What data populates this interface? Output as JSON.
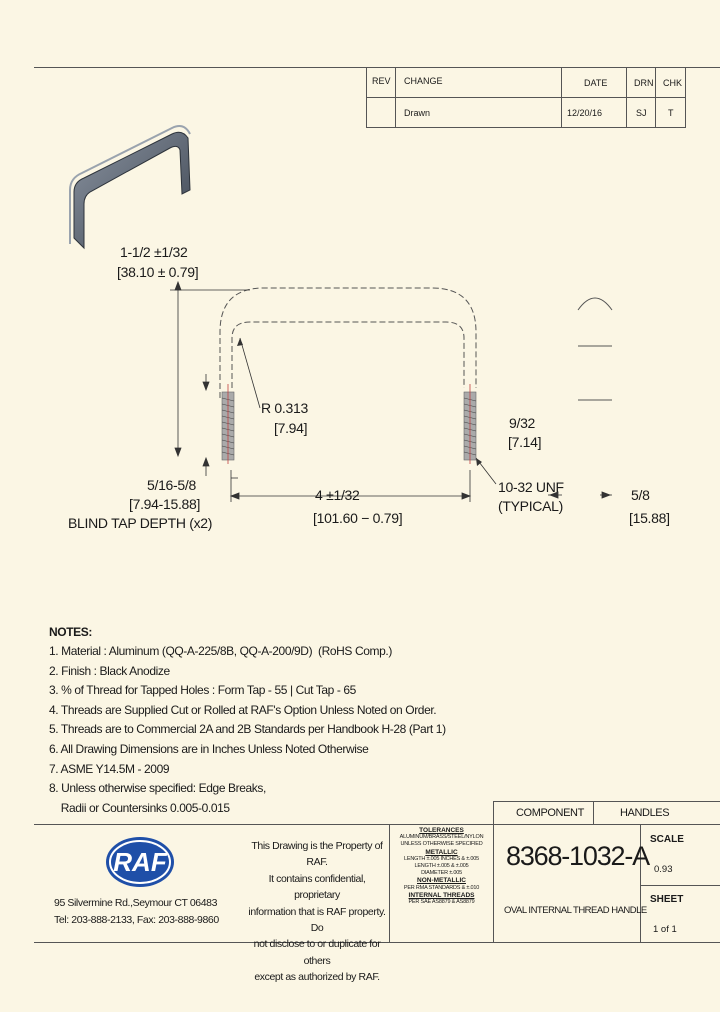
{
  "revision_table": {
    "headers": [
      "REV",
      "CHANGE",
      "DATE",
      "DRN",
      "CHK"
    ],
    "rows": [
      {
        "rev": "",
        "change": "Drawn",
        "date": "12/20/16",
        "drn": "SJ",
        "chk": "T"
      }
    ]
  },
  "dimensions": {
    "height": "1-1/2 ±1/32",
    "height_mm": "[38.10 ± 0.79]",
    "radius": "R 0.313",
    "radius_mm": "[7.94]",
    "thread_dia": "9/32",
    "thread_dia_mm": "[7.14]",
    "tap_depth": "5/16-5/8",
    "tap_depth_mm": "[7.94-15.88]",
    "tap_depth_label": "BLIND TAP DEPTH (x2)",
    "center": "4 ±1/32",
    "center_mm": "[101.60 − 0.79]",
    "thread": "10-32 UNF",
    "thread_note": "(TYPICAL)",
    "width": "5/8",
    "width_mm": "[15.88]"
  },
  "notes": {
    "title": "NOTES:",
    "items": [
      "1. Material : Aluminum (QQ-A-225/8B, QQ-A-200/9D)  (RoHS Comp.)",
      "2. Finish : Black Anodize",
      "3. % of Thread for Tapped Holes : Form Tap - 55 | Cut Tap - 65",
      "4. Threads are Supplied Cut or Rolled at RAF's Option Unless Noted on Order.",
      "5. Threads are to Commercial 2A and 2B Standards per Handbook H-28 (Part 1)",
      "6. All Drawing Dimensions are in Inches Unless Noted Otherwise",
      "7. ASME Y14.5M - 2009",
      "8. Unless otherwise specified: Edge Breaks,",
      "    Radii or Countersinks 0.005-0.015"
    ]
  },
  "title_block": {
    "logo_text": "RAF",
    "address_line1": "95 Silvermine Rd.,Seymour CT 06483",
    "address_line2": "Tel: 203-888-2133, Fax: 203-888-9860",
    "property_lines": [
      "This Drawing is the Property of RAF.",
      "It contains confidential, proprietary",
      "information that is RAF property. Do",
      "not disclose to or duplicate for others",
      "except as authorized by RAF."
    ],
    "tolerances_title": "TOLERANCES",
    "tolerances_lines": [
      "ALUMINUM/BRASS/STEEL/NYLON",
      "UNLESS OTHERWISE SPECIFIED"
    ],
    "metallic_title": "METALLIC",
    "metallic_lines": [
      "LENGTH ±.005 INCHES & ±.005",
      "LENGTH ±.005 & ±.005",
      "DIAMETER ±.005"
    ],
    "nonmetallic_title": "NON-METALLIC",
    "nonmetallic_lines": [
      "PER RMA STANDARDS & ±.010"
    ],
    "internal_threads_title": "INTERNAL THREADS",
    "internal_threads_lines": [
      "PER SAE AS8879 & AS8879"
    ],
    "component_label": "COMPONENT",
    "component_value": "HANDLES",
    "part_number": "8368-1032-A",
    "description": "OVAL INTERNAL THREAD HANDLE",
    "scale_label": "SCALE",
    "scale_value": "0.93",
    "sheet_label": "SHEET",
    "sheet_value": "1 of 1"
  },
  "colors": {
    "paper": "#fbf6e4",
    "line": "#555555",
    "logo_blue": "#1f4fa8"
  }
}
